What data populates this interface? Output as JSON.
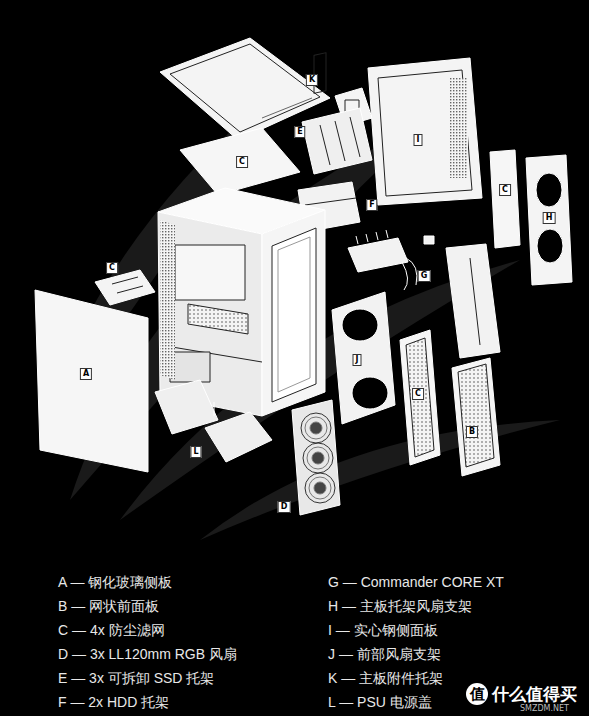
{
  "diagram": {
    "labels": [
      "K",
      "E",
      "C",
      "I",
      "C",
      "H",
      "F",
      "C",
      "G",
      "A",
      "J",
      "C",
      "B",
      "L",
      "D",
      "A — 钢化玻璃侧板",
      "B — 网状前面板",
      "C — 4x 防尘滤网",
      "D — 3x LL120mm RGB 风扇",
      "E — 3x 可拆卸 SSD 托架",
      "F — 2x HDD 托架",
      "G — Commander CORE XT",
      "H — 主板托架风扇支架",
      "I — 实心钢侧面板",
      "J — 前部风扇支架",
      "K — 主板附件托架",
      "L — PSU 电源盖",
      "值",
      "什么值得买",
      "SMZDM.NET"
    ]
  }
}
